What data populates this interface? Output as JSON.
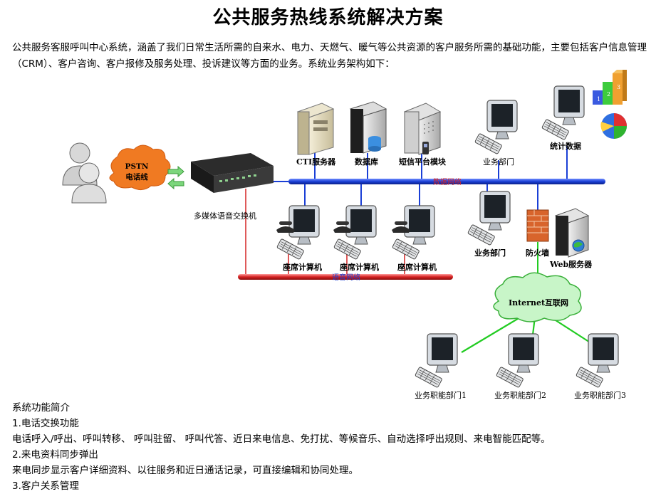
{
  "title": "公共服务热线系统解决方案",
  "intro": "公共服务客服呼叫中心系统，涵盖了我们日常生活所需的自来水、电力、天燃气、暖气等公共资源的客户服务所需的基础功能，主要包括客户信息管理（CRM）、客户咨询、客户报修及服务处理、投诉建议等方面的业务。系统业务架构如下：",
  "diagram": {
    "pstn_line1": "PSTN",
    "pstn_line2": "电话线",
    "switch_label": "多媒体语音交换机",
    "cti_label": "CTI服务器",
    "db_label": "数据库",
    "sms_label": "短信平台模块",
    "dept_top_label": "业务部门",
    "stats_label": "统计数据",
    "data_net_label": "数据网络",
    "seat1_label": "座席计算机",
    "seat2_label": "座席计算机",
    "seat3_label": "座席计算机",
    "voice_net_label": "语音网络",
    "dept_mid_label": "业务部门",
    "firewall_label": "防火墙",
    "web_label": "Web服务器",
    "internet_label": "Internet互联网",
    "branch1_label": "业务职能部门1",
    "branch2_label": "业务职能部门2",
    "branch3_label": "业务职能部门3",
    "bar_labels": [
      "1",
      "2",
      "3"
    ]
  },
  "sections": {
    "heading": "系统功能简介",
    "s1_title": "1.电话交换功能",
    "s1_text": "电话呼入/呼出、呼叫转移、 呼叫驻留、 呼叫代答、近日来电信息、免打扰、等候音乐、自动选择呼出规则、来电智能匹配等。",
    "s2_title": "2.来电资料同步弹出",
    "s2_text": "来电同步显示客户详细资料、以往服务和近日通话记录，可直接编辑和协同处理。",
    "s3_title": "3.客户关系管理"
  },
  "colors": {
    "data_bus": "#1a3fd6",
    "voice_bus": "#d42222",
    "internet_link": "#22cc22",
    "cloud_orange": "#f07a22",
    "cloud_green": "#c8f5c8"
  }
}
